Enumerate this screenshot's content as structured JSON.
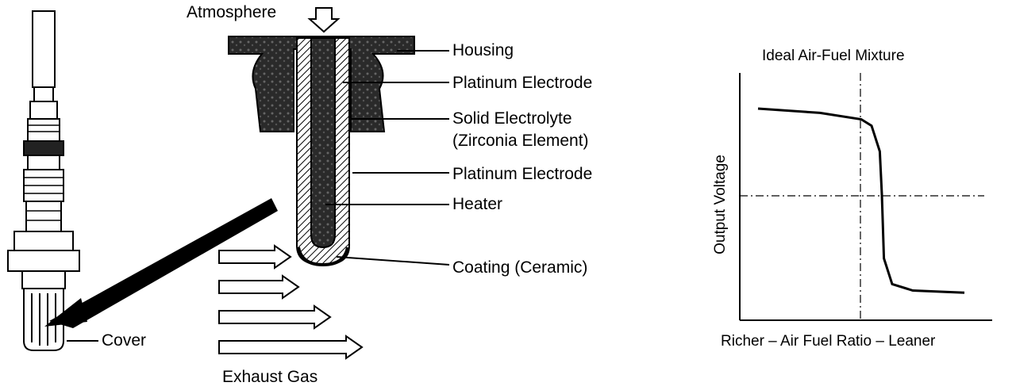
{
  "sensor_labels": {
    "atmosphere": "Atmosphere",
    "housing": "Housing",
    "platinum_electrode_inner": "Platinum Electrode",
    "solid_electrolyte_line1": "Solid Electrolyte",
    "solid_electrolyte_line2": "(Zirconia Element)",
    "platinum_electrode_outer": "Platinum Electrode",
    "heater": "Heater",
    "coating": "Coating (Ceramic)",
    "cover": "Cover",
    "exhaust_gas": "Exhaust Gas"
  },
  "graph": {
    "title": "Ideal Air-Fuel Mixture",
    "ylabel": "Output Voltage",
    "xlabel": "Richer – Air Fuel Ratio – Leaner"
  },
  "chart_data": {
    "type": "line",
    "title": "Ideal Air-Fuel Mixture",
    "xlabel": "Richer – Air Fuel Ratio – Leaner",
    "ylabel": "Output Voltage",
    "grid": false,
    "series": [
      {
        "x": [
          0,
          0.3,
          0.5,
          0.55,
          0.59,
          0.6,
          0.61,
          0.65,
          0.75,
          1.0
        ],
        "y": [
          0.9,
          0.88,
          0.85,
          0.82,
          0.7,
          0.5,
          0.2,
          0.08,
          0.05,
          0.04
        ]
      }
    ]
  }
}
